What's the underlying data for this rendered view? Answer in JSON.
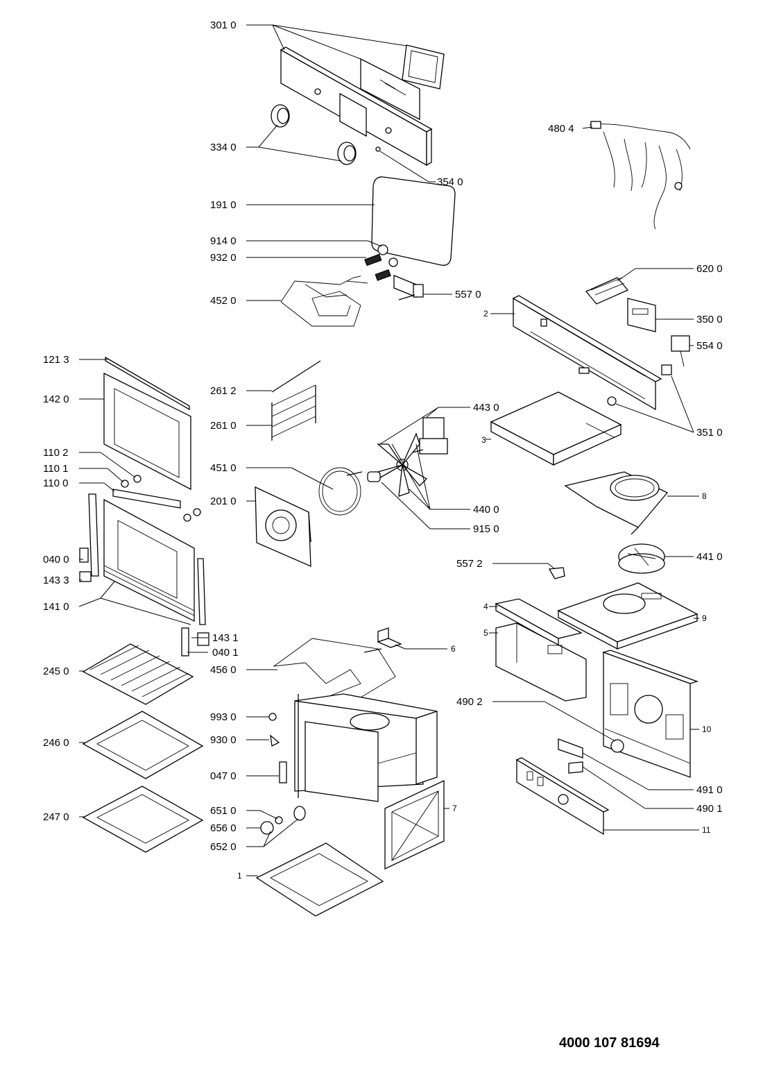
{
  "document_number": "4000 107 81694",
  "labels": {
    "301_0": "301 0",
    "334_0": "334 0",
    "354_0": "354 0",
    "480_4": "480 4",
    "191_0": "191 0",
    "914_0": "914 0",
    "932_0": "932 0",
    "452_0": "452 0",
    "557_0": "557 0",
    "620_0": "620 0",
    "2": "2",
    "350_0": "350 0",
    "554_0": "554 0",
    "121_3": "121 3",
    "142_0": "142 0",
    "261_2": "261 2",
    "261_0": "261 0",
    "443_0": "443 0",
    "3": "3",
    "351_0": "351 0",
    "110_2": "110 2",
    "110_1": "110 1",
    "110_0": "110 0",
    "451_0": "451 0",
    "201_0": "201 0",
    "440_0": "440 0",
    "915_0": "915 0",
    "8": "8",
    "040_0": "040 0",
    "143_3": "143 3",
    "141_0": "141 0",
    "441_0": "441 0",
    "557_2": "557 2",
    "4": "4",
    "9": "9",
    "5": "5",
    "143_1": "143 1",
    "040_1": "040 1",
    "6": "6",
    "245_0": "245 0",
    "456_0": "456 0",
    "490_2": "490 2",
    "993_0": "993 0",
    "246_0": "246 0",
    "930_0": "930 0",
    "10": "10",
    "047_0": "047 0",
    "491_0": "491 0",
    "651_0": "651 0",
    "7": "7",
    "490_1": "490 1",
    "247_0": "247 0",
    "656_0": "656 0",
    "652_0": "652 0",
    "11": "11",
    "1": "1"
  }
}
